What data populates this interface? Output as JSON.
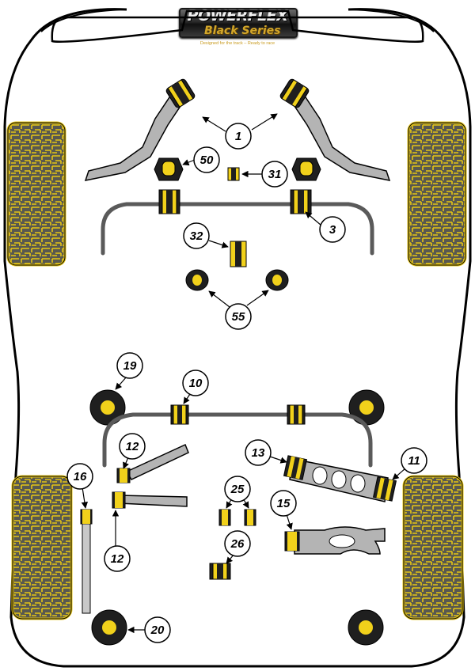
{
  "brand": {
    "name": "POWERFLEX",
    "series": "Black Series",
    "tagline": "Designed for the track – Ready to race"
  },
  "colors": {
    "bush_yellow": "#f1d11b",
    "bush_black": "#1f1f1f",
    "part_grey": "#b4b4b4",
    "outline": "#000000",
    "tyre_fill": "#58584f",
    "tread_yellow": "#e6c514"
  },
  "callouts": {
    "c1": "1",
    "c3": "3",
    "c10": "10",
    "c11": "11",
    "c12a": "12",
    "c12b": "12",
    "c13": "13",
    "c15": "15",
    "c16": "16",
    "c19": "19",
    "c20": "20",
    "c25": "25",
    "c26": "26",
    "c31": "31",
    "c32": "32",
    "c50": "50",
    "c55": "55"
  },
  "icons": {
    "tyre": "tyre-icon",
    "bush": "bush-icon",
    "mount": "round-mount-icon",
    "arrow": "leader-arrow-icon"
  }
}
